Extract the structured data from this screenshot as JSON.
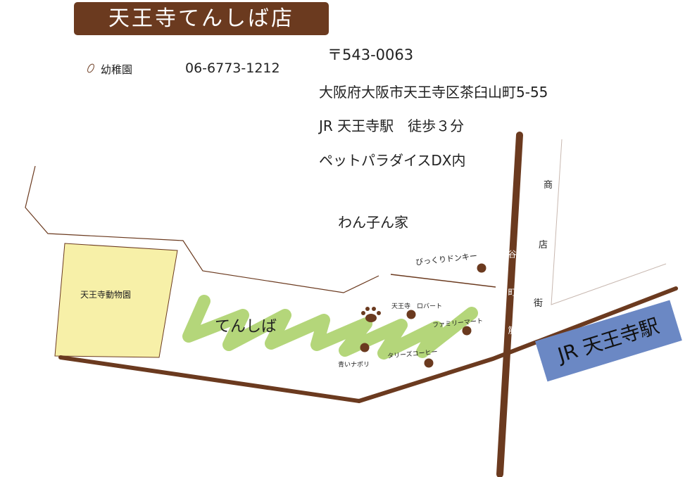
{
  "title": "天王寺てんしば店",
  "kindergarten": {
    "label": "幼稚園",
    "phone": "06-6773-1212"
  },
  "address": {
    "postal": "〒543-0063",
    "line": "大阪府大阪市天王寺区茶臼山町5-55",
    "access": "JR 天王寺駅　徒歩３分",
    "building": "ペットパラダイスDX内"
  },
  "map": {
    "zoo": "天王寺動物園",
    "tenshiba": "てんしば",
    "wanko": "わん子ん家",
    "shops": [
      "びっくりドンキー",
      "天王寺　ロバート",
      "ファミリーマート",
      "青いナポリ",
      "タリーズコーヒー"
    ],
    "shotengai": [
      "商",
      "店",
      "街"
    ],
    "tanimachi": "谷町筋",
    "station": "JR 天王寺駅"
  },
  "colors": {
    "road": "#6b3a1f",
    "park": "#b4d67a",
    "zoo": "#f7f0a8",
    "station": "#6b88c4"
  }
}
